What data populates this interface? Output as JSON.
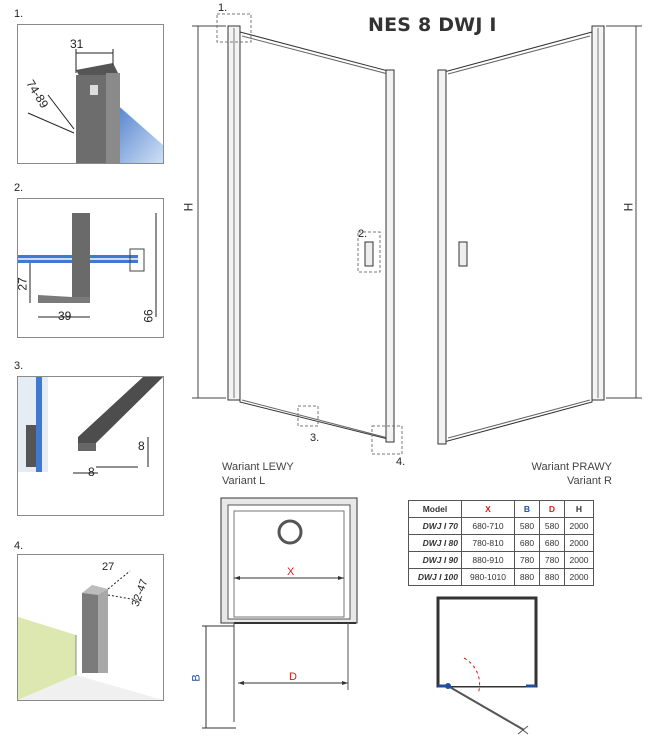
{
  "title": "NES 8 DWJ I",
  "details": [
    {
      "num": "1.",
      "dims": [
        "31",
        "74-89"
      ]
    },
    {
      "num": "2.",
      "dims": [
        "27",
        "39",
        "66"
      ]
    },
    {
      "num": "3.",
      "dims": [
        "8",
        "8"
      ]
    },
    {
      "num": "4.",
      "dims": [
        "27",
        "32-47"
      ]
    }
  ],
  "main": {
    "height_label": "H",
    "callouts": [
      "1.",
      "2.",
      "3.",
      "4."
    ]
  },
  "variants": {
    "left_line1": "Wariant LEWY",
    "left_line2": "Variant L",
    "right_line1": "Wariant PRAWY",
    "right_line2": "Variant R"
  },
  "plan": {
    "x_label": "X",
    "d_label": "D",
    "b_label": "B"
  },
  "table": {
    "headers": [
      "Model",
      "X",
      "B",
      "D",
      "H"
    ],
    "header_colors": [
      "#222222",
      "#cc2222",
      "#1f4e9c",
      "#cc2222",
      "#222222"
    ],
    "rows": [
      [
        "DWJ I 70",
        "680-710",
        "580",
        "580",
        "2000"
      ],
      [
        "DWJ I 80",
        "780-810",
        "680",
        "680",
        "2000"
      ],
      [
        "DWJ I 90",
        "880-910",
        "780",
        "780",
        "2000"
      ],
      [
        "DWJ I 100",
        "980-1010",
        "880",
        "880",
        "2000"
      ]
    ]
  }
}
